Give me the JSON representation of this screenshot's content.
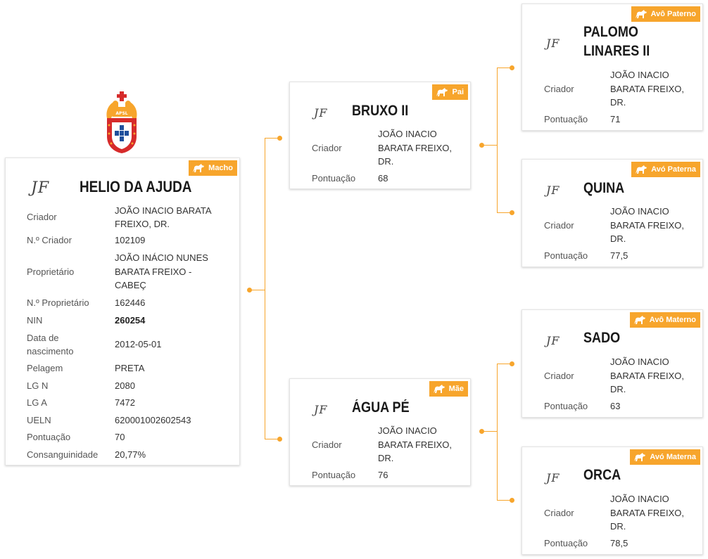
{
  "main": {
    "badge": "Macho",
    "monogram": "JF",
    "name": "HELIO DA AJUDA",
    "rows": [
      {
        "label": "Criador",
        "value": "JOÃO INACIO BARATA FREIXO, DR."
      },
      {
        "label": "N.º Criador",
        "value": "102109"
      },
      {
        "label": "Proprietário",
        "value": "JOÃO INÁCIO NUNES BARATA FREIXO - CABEÇ"
      },
      {
        "label": "N.º Proprietário",
        "value": "162446"
      },
      {
        "label": "NIN",
        "value": "260254"
      },
      {
        "label": "Data de nascimento",
        "value": "2012-05-01"
      },
      {
        "label": "Pelagem",
        "value": "PRETA"
      },
      {
        "label": "LG N",
        "value": "2080"
      },
      {
        "label": "LG A",
        "value": "7472"
      },
      {
        "label": "UELN",
        "value": "620001002602543"
      },
      {
        "label": "Pontuação",
        "value": "70"
      },
      {
        "label": "Consanguinidade",
        "value": "20,77%"
      }
    ]
  },
  "father": {
    "badge": "Pai",
    "monogram": "JF",
    "name": "BRUXO II",
    "breeder_label": "Criador",
    "breeder": "JOÃO INACIO BARATA FREIXO, DR.",
    "score_label": "Pontuação",
    "score": "68"
  },
  "mother": {
    "badge": "Mãe",
    "monogram": "JF",
    "name": "ÁGUA PÉ",
    "breeder_label": "Criador",
    "breeder": "JOÃO INACIO BARATA FREIXO, DR.",
    "score_label": "Pontuação",
    "score": "76"
  },
  "pat_grandfather": {
    "badge": "Avô Paterno",
    "monogram": "JF",
    "name_line1": "PALOMO",
    "name_line2": "LINARES II",
    "breeder_label": "Criador",
    "breeder": "JOÃO INACIO BARATA FREIXO, DR.",
    "score_label": "Pontuação",
    "score": "71"
  },
  "pat_grandmother": {
    "badge": "Avó Paterna",
    "monogram": "JF",
    "name": "QUINA",
    "breeder_label": "Criador",
    "breeder": "JOÃO INACIO BARATA FREIXO, DR.",
    "score_label": "Pontuação",
    "score": "77,5"
  },
  "mat_grandfather": {
    "badge": "Avô Materno",
    "monogram": "JF",
    "name": "SADO",
    "breeder_label": "Criador",
    "breeder": "JOÃO INACIO BARATA FREIXO, DR.",
    "score_label": "Pontuação",
    "score": "63"
  },
  "mat_grandmother": {
    "badge": "Avó Materna",
    "monogram": "JF",
    "name": "ORCA",
    "breeder_label": "Criador",
    "breeder": "JOÃO INACIO BARATA FREIXO, DR.",
    "score_label": "Pontuação",
    "score": "78,5"
  },
  "crest": {
    "text": "APSL"
  },
  "colors": {
    "accent": "#f7a52c",
    "crest_red": "#d62b2b",
    "crest_blue": "#1f4f9c"
  },
  "icons": {
    "badge": "horse-icon",
    "crest": "coat-of-arms-icon"
  }
}
